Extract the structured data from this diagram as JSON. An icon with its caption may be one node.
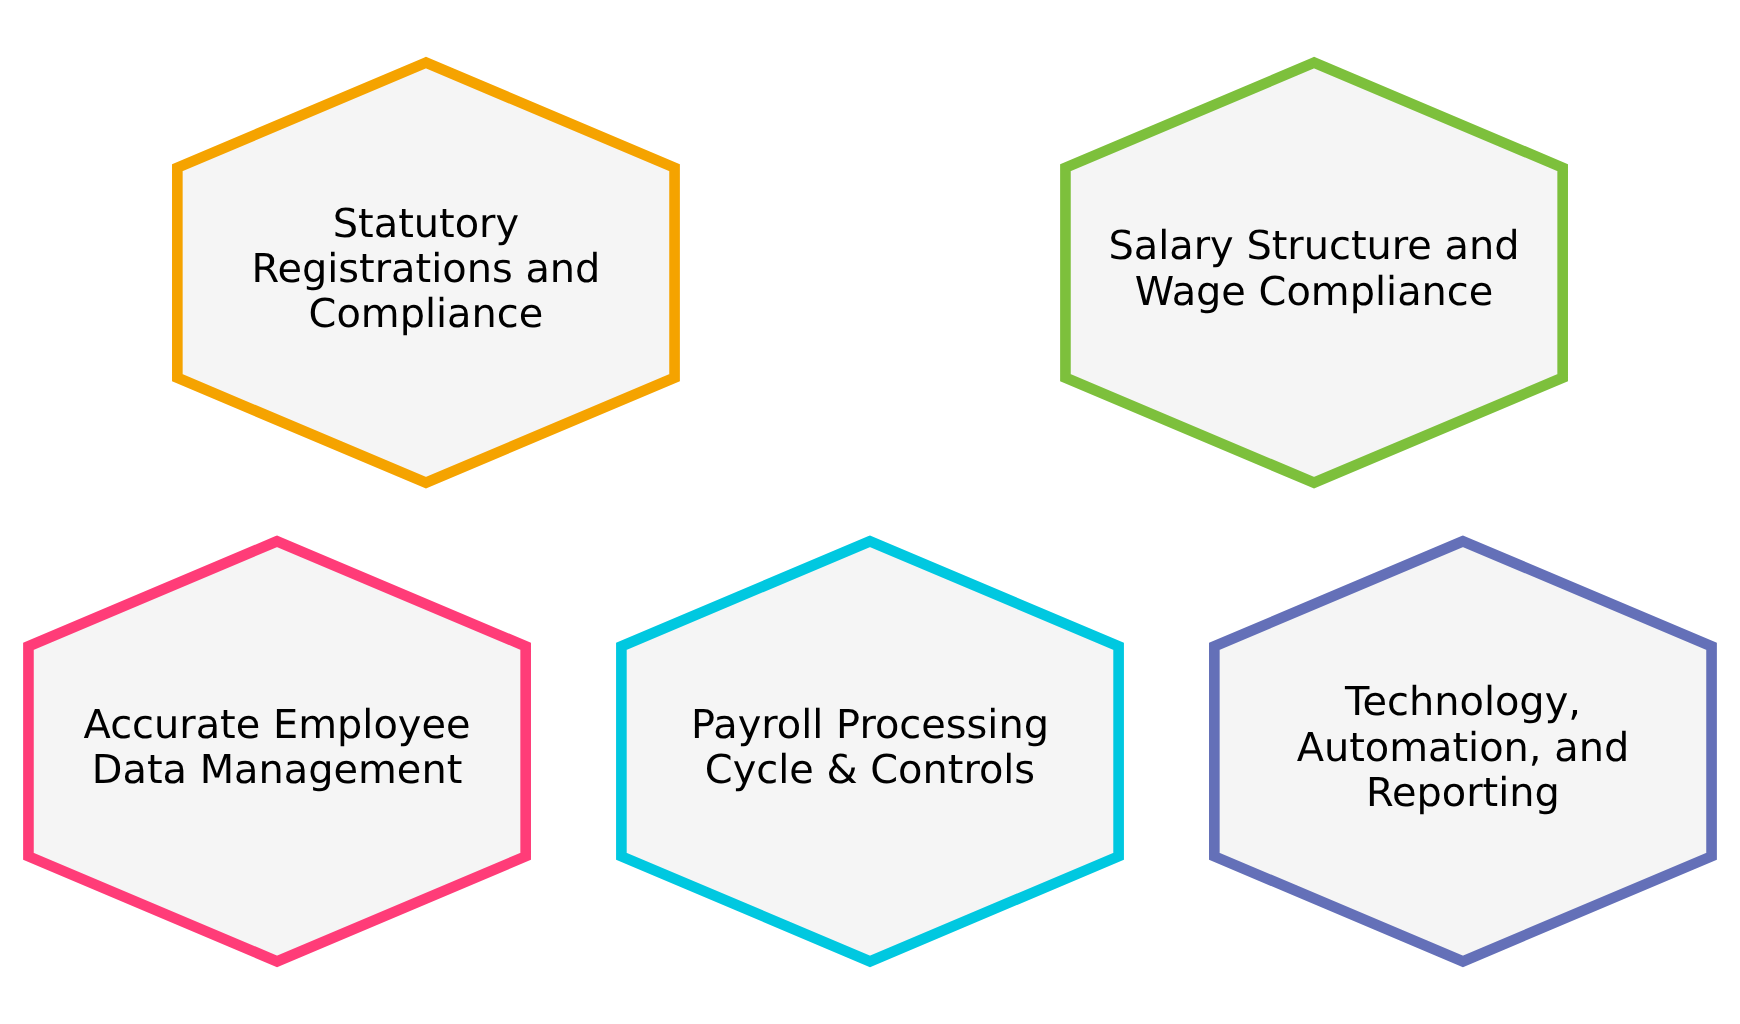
{
  "diagram": {
    "nodes": [
      {
        "text": [
          "Statutory Registrations and Compliance"
        ]
      },
      {
        "text": [
          "Salary Structure and Wage Compliance"
        ]
      },
      {
        "text": [
          "Accurate Employee Data Management"
        ]
      },
      {
        "text": [
          "Payroll Processing Cycle & Controls"
        ]
      },
      {
        "text": [
          "Technology, Automation, and Reporting"
        ]
      }
    ]
  }
}
